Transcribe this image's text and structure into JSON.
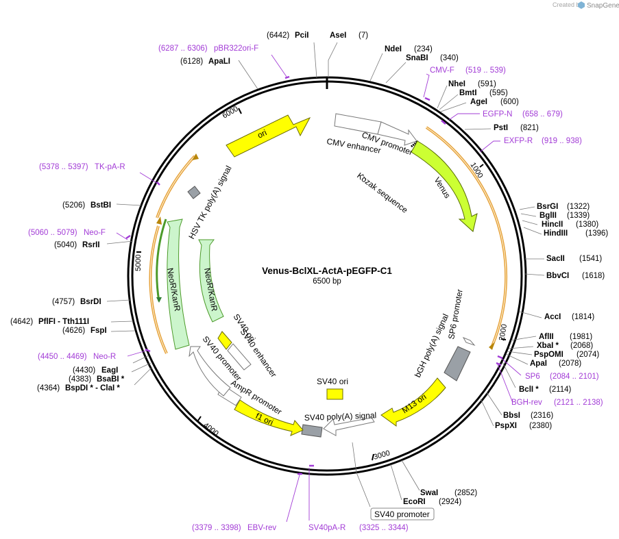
{
  "header": {
    "credit_text": "Created by",
    "brand": "SnapGene"
  },
  "plasmid": {
    "name": "Venus-BclXL-ActA-pEGFP-C1",
    "size_label": "6500 bp"
  },
  "ruler_ticks": [
    "1000",
    "2000",
    "3000",
    "4000",
    "5000",
    "6000"
  ],
  "restriction_sites": [
    {
      "id": "asei",
      "name": "AseI",
      "pos": "(7)"
    },
    {
      "id": "pcii",
      "name": "PciI",
      "pos": "(6442)"
    },
    {
      "id": "ndei",
      "name": "NdeI",
      "pos": "(234)"
    },
    {
      "id": "snabi",
      "name": "SnaBI",
      "pos": "(340)"
    },
    {
      "id": "nhei",
      "name": "NheI",
      "pos": "(591)"
    },
    {
      "id": "bmti",
      "name": "BmtI",
      "pos": "(595)"
    },
    {
      "id": "agei",
      "name": "AgeI",
      "pos": "(600)"
    },
    {
      "id": "psti",
      "name": "PstI",
      "pos": "(821)"
    },
    {
      "id": "bsrgi",
      "name": "BsrGI",
      "pos": "(1322)"
    },
    {
      "id": "bglii",
      "name": "BglII",
      "pos": "(1339)"
    },
    {
      "id": "hincii",
      "name": "HincII",
      "pos": "(1380)"
    },
    {
      "id": "hindiii",
      "name": "HindIII",
      "pos": "(1396)"
    },
    {
      "id": "sacii",
      "name": "SacII",
      "pos": "(1541)"
    },
    {
      "id": "bbvci",
      "name": "BbvCI",
      "pos": "(1618)"
    },
    {
      "id": "acci",
      "name": "AccI",
      "pos": "(1814)"
    },
    {
      "id": "aflii",
      "name": "AflII",
      "pos": "(1981)"
    },
    {
      "id": "xbai",
      "name": "XbaI *",
      "pos": "(2068)"
    },
    {
      "id": "psp",
      "name": "PspOMI",
      "pos": "(2074)"
    },
    {
      "id": "apai",
      "name": "ApaI",
      "pos": "(2078)"
    },
    {
      "id": "bcli",
      "name": "BclI *",
      "pos": "(2114)"
    },
    {
      "id": "bbsi",
      "name": "BbsI",
      "pos": "(2316)"
    },
    {
      "id": "pspxi",
      "name": "PspXI",
      "pos": "(2380)"
    },
    {
      "id": "swai",
      "name": "SwaI",
      "pos": "(2852)"
    },
    {
      "id": "ecori",
      "name": "EcoRI",
      "pos": "(2924)"
    },
    {
      "id": "eagi",
      "name": "EagI",
      "pos": "(4430)"
    },
    {
      "id": "bsabi",
      "name": "BsaBI *",
      "pos": "(4383)"
    },
    {
      "id": "bspdi",
      "name": "BspDI *  -  ClaI *",
      "pos": "(4364)"
    },
    {
      "id": "fspi",
      "name": "FspI",
      "pos": "(4626)"
    },
    {
      "id": "pflfi",
      "name": "PflFI  -  Tth111I",
      "pos": "(4642)"
    },
    {
      "id": "bsrdi",
      "name": "BsrDI",
      "pos": "(4757)"
    },
    {
      "id": "rsrii",
      "name": "RsrII",
      "pos": "(5040)"
    },
    {
      "id": "bstbi",
      "name": "BstBI",
      "pos": "(5206)"
    },
    {
      "id": "apali",
      "name": "ApaLI",
      "pos": "(6128)"
    }
  ],
  "primers": [
    {
      "id": "cmvf",
      "name": "CMV-F",
      "range": "(519 .. 539)"
    },
    {
      "id": "egfpn",
      "name": "EGFP-N",
      "range": "(658 .. 679)"
    },
    {
      "id": "exfpr",
      "name": "EXFP-R",
      "range": "(919 .. 938)"
    },
    {
      "id": "sp6",
      "name": "SP6",
      "range": "(2084 .. 2101)"
    },
    {
      "id": "bghrev",
      "name": "BGH-rev",
      "range": "(2121 .. 2138)"
    },
    {
      "id": "sv40pa",
      "name": "SV40pA-R",
      "range": "(3325 .. 3344)"
    },
    {
      "id": "ebvrev",
      "name": "EBV-rev",
      "range": "(3379 .. 3398)"
    },
    {
      "id": "neor",
      "name": "Neo-R",
      "range": "(4450 .. 4469)"
    },
    {
      "id": "neof",
      "name": "Neo-F",
      "range": "(5060 .. 5079)"
    },
    {
      "id": "tkpar",
      "name": "TK-pA-R",
      "range": "(5378 .. 5397)"
    },
    {
      "id": "pbr",
      "name": "pBR322ori-F",
      "range": "(6287 .. 6306)"
    }
  ],
  "features": {
    "cmv_enhancer": "CMV enhancer",
    "cmv_promoter": "CMV promoter",
    "kozak": "Kozak sequence",
    "venus": "Venus",
    "sp6_promoter": "SP6 promoter",
    "bgh": "bGH poly(A) signal",
    "m13": "M13 ori",
    "sv40pa": "SV40 poly(A) signal",
    "sv40ori_inner": "SV40 ori",
    "f1": "f1 ori",
    "ampr": "AmpR promoter",
    "sv40prom": "SV40 promoter",
    "sv40ori": "SV40 ori",
    "sv40enh": "SV40 enhancer",
    "neo_inner": "NeoR/KanR",
    "neo_outer": "NeoR/KanR",
    "hsv": "HSV TK poly(A) signal",
    "ori": "ori",
    "sv40prom_box": "SV40 promoter"
  },
  "colors": {
    "primer": "#a23bd6",
    "ori": "#ffff00",
    "venus": "#ccff33",
    "neo": "#ccf5cc",
    "terminator": "#9aa0a6",
    "orf_outline": "#e6a23c"
  }
}
